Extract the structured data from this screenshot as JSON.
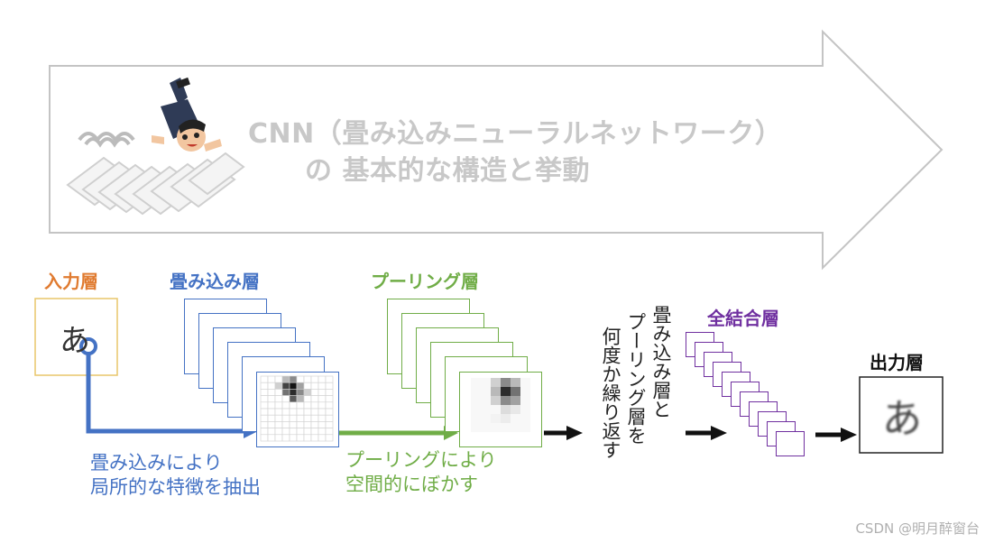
{
  "title": {
    "line1": "CNN（畳み込みニューラルネットワーク）",
    "line2": "の 基本的な構造と挙動"
  },
  "layers": {
    "input": "入力層",
    "conv": "畳み込み層",
    "pool": "プーリング層",
    "fc": "全結合層",
    "output": "出力層"
  },
  "captions": {
    "conv_line1": "畳み込みにより",
    "conv_line2": "局所的な特徴を抽出",
    "pool_line1": "プーリングにより",
    "pool_line2": "空間的にぼかす",
    "repeat_col1": "畳み込み層と",
    "repeat_col2": "プーリング層を",
    "repeat_col3": "何度か繰り返す"
  },
  "input_char": "あ",
  "output_char": "あ",
  "watermark": "CSDN @明月醉窗台",
  "colors": {
    "input": "#e07b30",
    "conv": "#4472c4",
    "pool": "#70ad47",
    "fc": "#7030a0",
    "output": "#111111",
    "title": "#c8c8c8",
    "arrow_outline": "#bfbfbf"
  }
}
